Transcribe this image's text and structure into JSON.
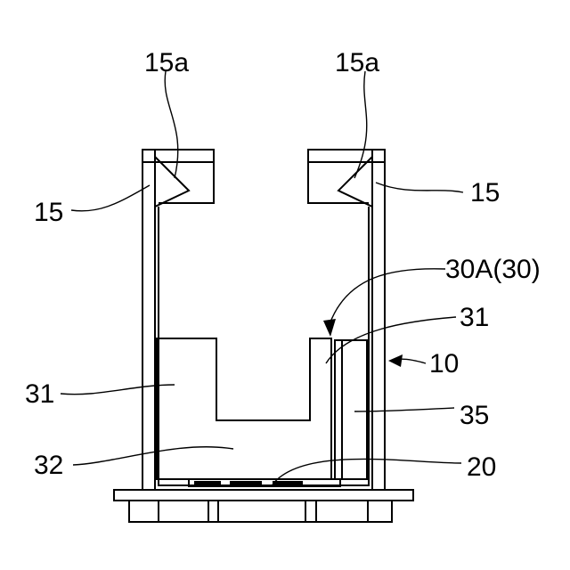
{
  "labels": {
    "wall_left": "15",
    "wall_right": "15",
    "tip_left": "15a",
    "tip_right": "15a",
    "resin_left": "31",
    "resin_right": "31",
    "resin_bottom": "32",
    "element": "30A(30)",
    "case": "10",
    "block": "35",
    "substrate": "20"
  }
}
